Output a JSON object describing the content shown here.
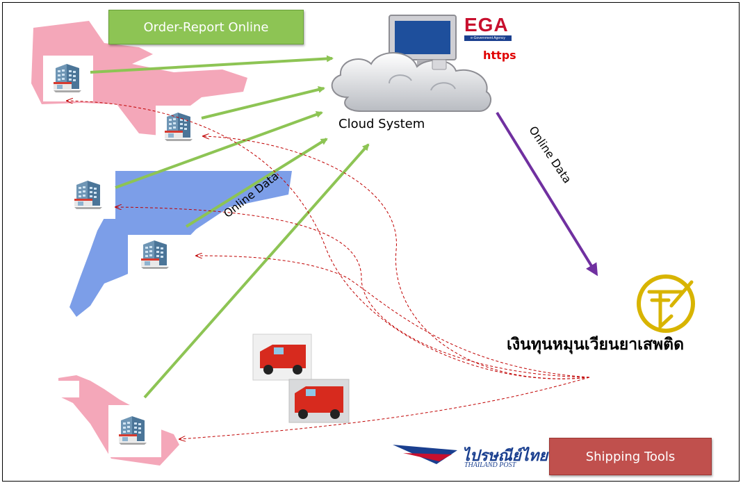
{
  "diagram": {
    "order_report_label": "Order-Report Online",
    "cloud_label": "Cloud System",
    "https_label": "https",
    "online_data_left": "Online Data",
    "online_data_right": "Online Data",
    "fund_label": "เงินทุนหมุนเวียนยาเสพติด",
    "shipping_label": "Shipping Tools"
  },
  "logos": {
    "ega": "EGA",
    "ega_sub": "e-Government Agency",
    "thai_post": "ไปรษณีย์ไทย",
    "thai_post_en": "THAILAND POST"
  },
  "colors": {
    "green_arrow": "#8dc454",
    "purple_arrow": "#7030a0",
    "dashed_arrow": "#c00000",
    "order_box": "#8dc454",
    "shipping_box": "#c0504d",
    "map_pink": "#f4a7b9",
    "map_blue": "#7c9ee8"
  },
  "icons": [
    "hospital-building-icon",
    "cloud-computer-icon",
    "fund-logo-icon",
    "delivery-truck-icon",
    "thai-post-logo-icon"
  ]
}
